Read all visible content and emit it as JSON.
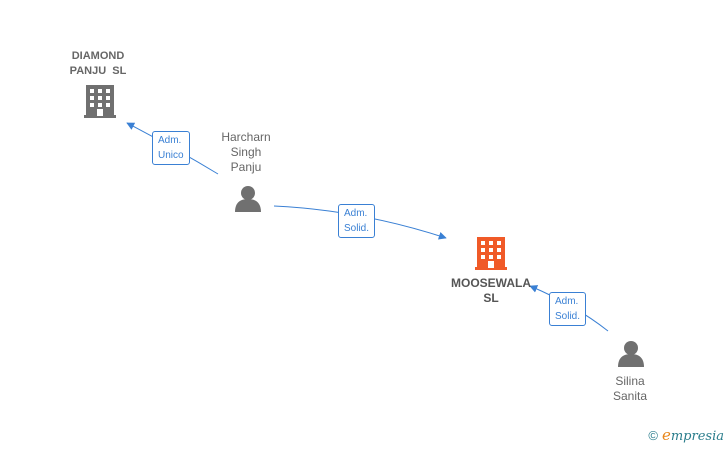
{
  "nodes": {
    "diamond": {
      "name_line1": "DIAMOND",
      "name_line2": "PANJU  SL",
      "icon": "building-icon",
      "color": "#707070"
    },
    "harcharn": {
      "name_line1": "Harcharn",
      "name_line2": "Singh",
      "name_line3": "Panju",
      "icon": "person-icon",
      "color": "#707070"
    },
    "moosewala": {
      "name_line1": "MOOSEWALA",
      "name_line2": "SL",
      "icon": "building-icon",
      "color": "#f05a28"
    },
    "silina": {
      "name_line1": "Silina",
      "name_line2": "Sanita",
      "icon": "person-icon",
      "color": "#707070"
    }
  },
  "edges": [
    {
      "from": "harcharn",
      "to": "diamond",
      "label_line1": "Adm.",
      "label_line2": "Unico"
    },
    {
      "from": "harcharn",
      "to": "moosewala",
      "label_line1": "Adm.",
      "label_line2": "Solid."
    },
    {
      "from": "silina",
      "to": "moosewala",
      "label_line1": "Adm.",
      "label_line2": "Solid."
    }
  ],
  "colors": {
    "edge": "#3a80d4",
    "node_gray": "#707070",
    "focus": "#f05a28"
  },
  "watermark": {
    "copyright": "©",
    "brand_initial": "e",
    "brand_rest": "mpresia"
  }
}
